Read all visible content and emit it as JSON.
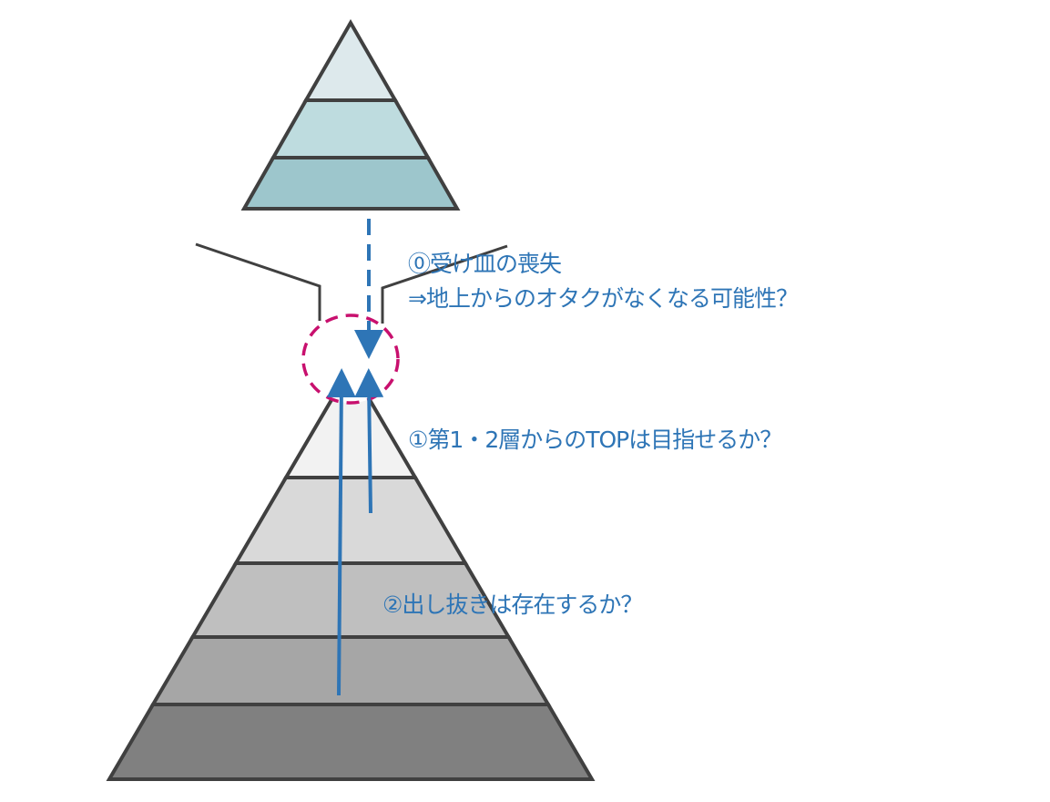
{
  "colors": {
    "outline": "#404040",
    "arrow": "#2e75b6",
    "circle": "#c8106e",
    "text": "#2e75b6",
    "top_pyramid_layers": [
      "#dde9ec",
      "#bedcdf",
      "#9dc6cc"
    ],
    "bottom_pyramid_layers": [
      "#f2f2f2",
      "#d9d9d9",
      "#bfbfbf",
      "#a6a6a6",
      "#808080"
    ]
  },
  "annotations": {
    "loss_title": "⓪受け皿の喪失",
    "loss_detail": "⇒地上からのオタクがなくなる可能性？",
    "question1": "①第1・2層からのTOPは目指せるか？",
    "question2": "②出し抜きは存在するか？"
  }
}
